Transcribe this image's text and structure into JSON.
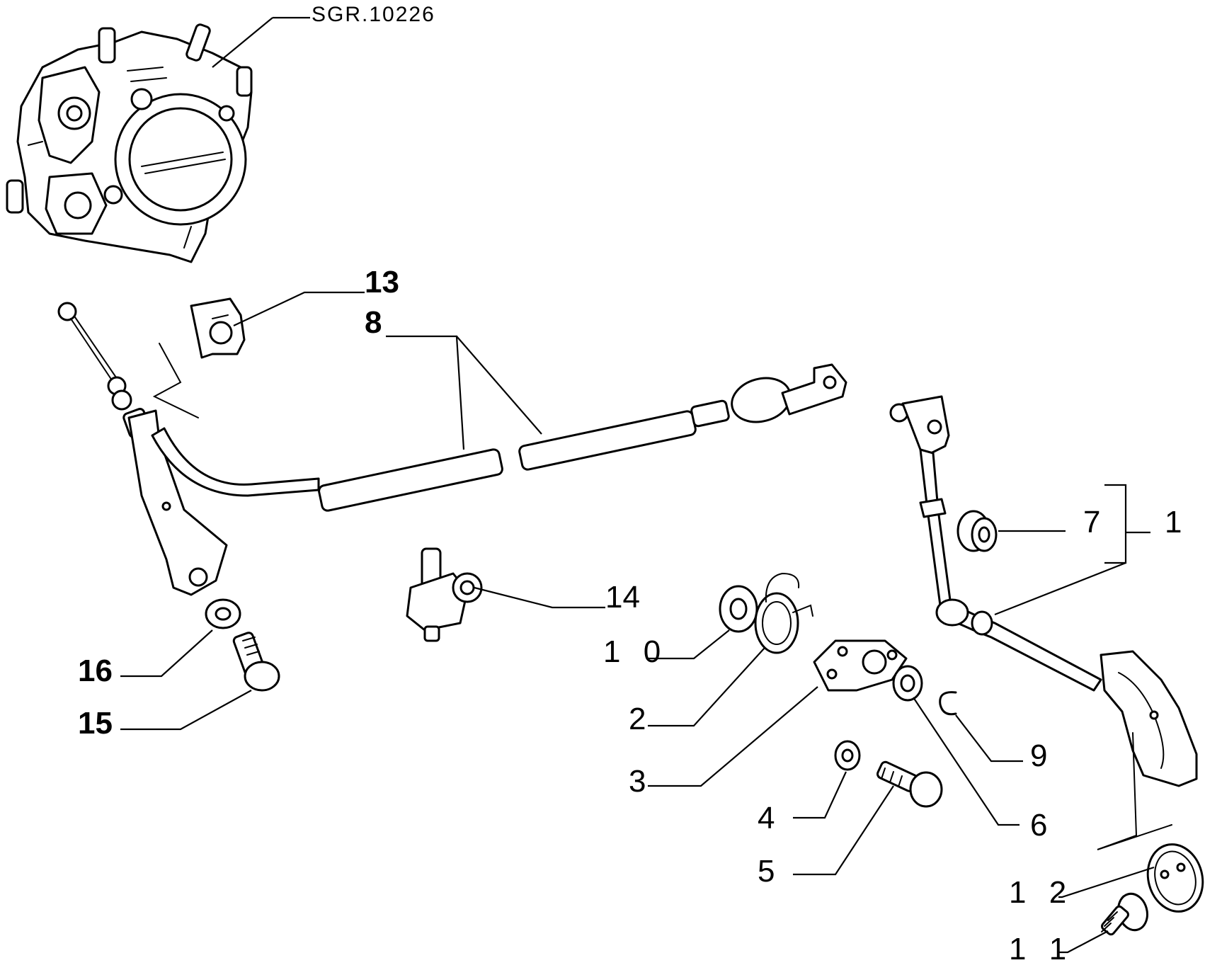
{
  "diagram": {
    "reference_code": "SGR.10226",
    "callouts": {
      "c1": "1",
      "c2": "2",
      "c3": "3",
      "c4": "4",
      "c5": "5",
      "c6": "6",
      "c7": "7",
      "c8": "8",
      "c9": "9",
      "c10": "1 0",
      "c11": "1 1",
      "c12": "1 2",
      "c13": "13",
      "c14": "14",
      "c15": "15",
      "c16": "16"
    }
  }
}
